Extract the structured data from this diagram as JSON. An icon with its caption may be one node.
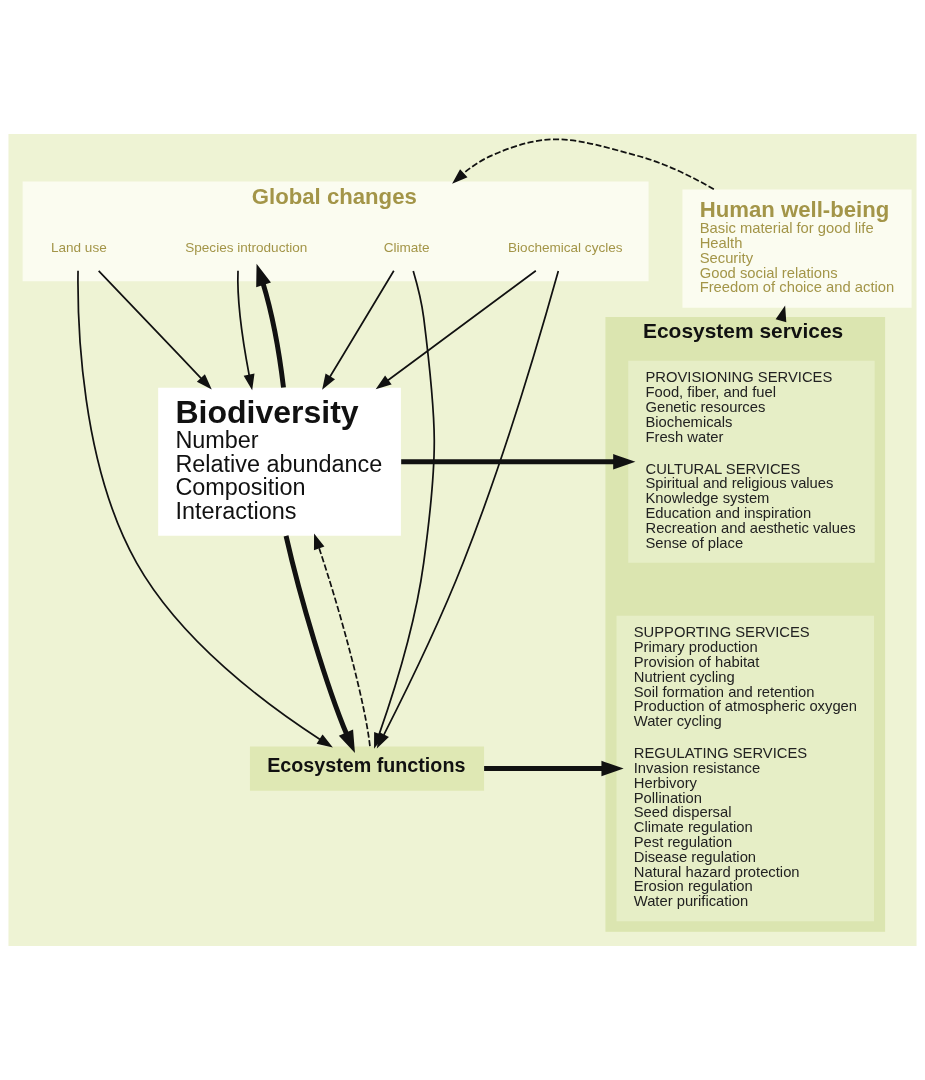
{
  "diagram": {
    "nodes": [
      {
        "text": [
          "Global changes"
        ]
      },
      {
        "text": [
          "Climate"
        ],
        "in": 0
      },
      {
        "text": [
          "Biochemical cycles"
        ],
        "in": 0
      },
      {
        "text": [
          "Land use"
        ],
        "in": 0
      },
      {
        "text": [
          "Species introduction"
        ],
        "in": 0
      },
      {
        "text": [
          "Human well-being",
          "Basic material for good life",
          "Health",
          "Security",
          "Good social relations",
          "Freedom of choice and action"
        ]
      },
      {
        "text": [
          "Biodiversity",
          "Number",
          "Relative abundance",
          "Composition",
          "Interactions"
        ]
      },
      {
        "text": [
          "Ecosystem functions"
        ]
      },
      {
        "text": [
          "Ecosystem services"
        ]
      },
      {
        "text": [
          "PROVISIONING SERVICES",
          "Food, fiber, and fuel",
          "Genetic resources",
          "Biochemicals",
          "Fresh water",
          "CULTURAL SERVICES",
          "Spiritual and religious values",
          "Knowledge system",
          "Education and inspiration",
          "Recreation and aesthetic values",
          "Sense of place"
        ],
        "in": 8
      },
      {
        "text": [
          "SUPPORTING SERVICES",
          "Primary production",
          "Provision of habitat",
          "Nutrient cycling",
          "Soil formation and retention",
          "Production of atmospheric oxygen",
          "Water cycling",
          "REGULATING SERVICES",
          "Invasion resistance",
          "Herbivory",
          "Pollination",
          "Seed dispersal",
          "Climate regulation",
          "Pest regulation",
          "Disease regulation",
          "Natural hazard protection",
          "Erosion regulation",
          "Water purification"
        ],
        "in": 8
      }
    ],
    "edges": [
      {
        "from": 5,
        "to": 0,
        "arrow": "to",
        "style": "dashed"
      },
      {
        "from": 8,
        "to": 5,
        "arrow": "to"
      },
      {
        "from": 1,
        "to": 6,
        "arrow": "to"
      },
      {
        "from": 2,
        "to": 6,
        "arrow": "to"
      },
      {
        "from": 3,
        "to": 6,
        "arrow": "to"
      },
      {
        "from": 4,
        "to": 6,
        "arrow": "to"
      },
      {
        "from": 1,
        "to": 7,
        "arrow": "to"
      },
      {
        "from": 2,
        "to": 7,
        "arrow": "to"
      },
      {
        "from": 3,
        "to": 7,
        "arrow": "to"
      },
      {
        "from": 6,
        "to": 4,
        "arrow": "to",
        "style": "thick"
      },
      {
        "from": 6,
        "to": 9,
        "arrow": "to",
        "style": "thick"
      },
      {
        "from": 6,
        "to": 7,
        "arrow": "to",
        "style": "thick"
      },
      {
        "from": 7,
        "to": 6,
        "arrow": "to",
        "style": "dashed"
      },
      {
        "from": 7,
        "to": 10,
        "arrow": "to",
        "style": "thick"
      }
    ]
  }
}
